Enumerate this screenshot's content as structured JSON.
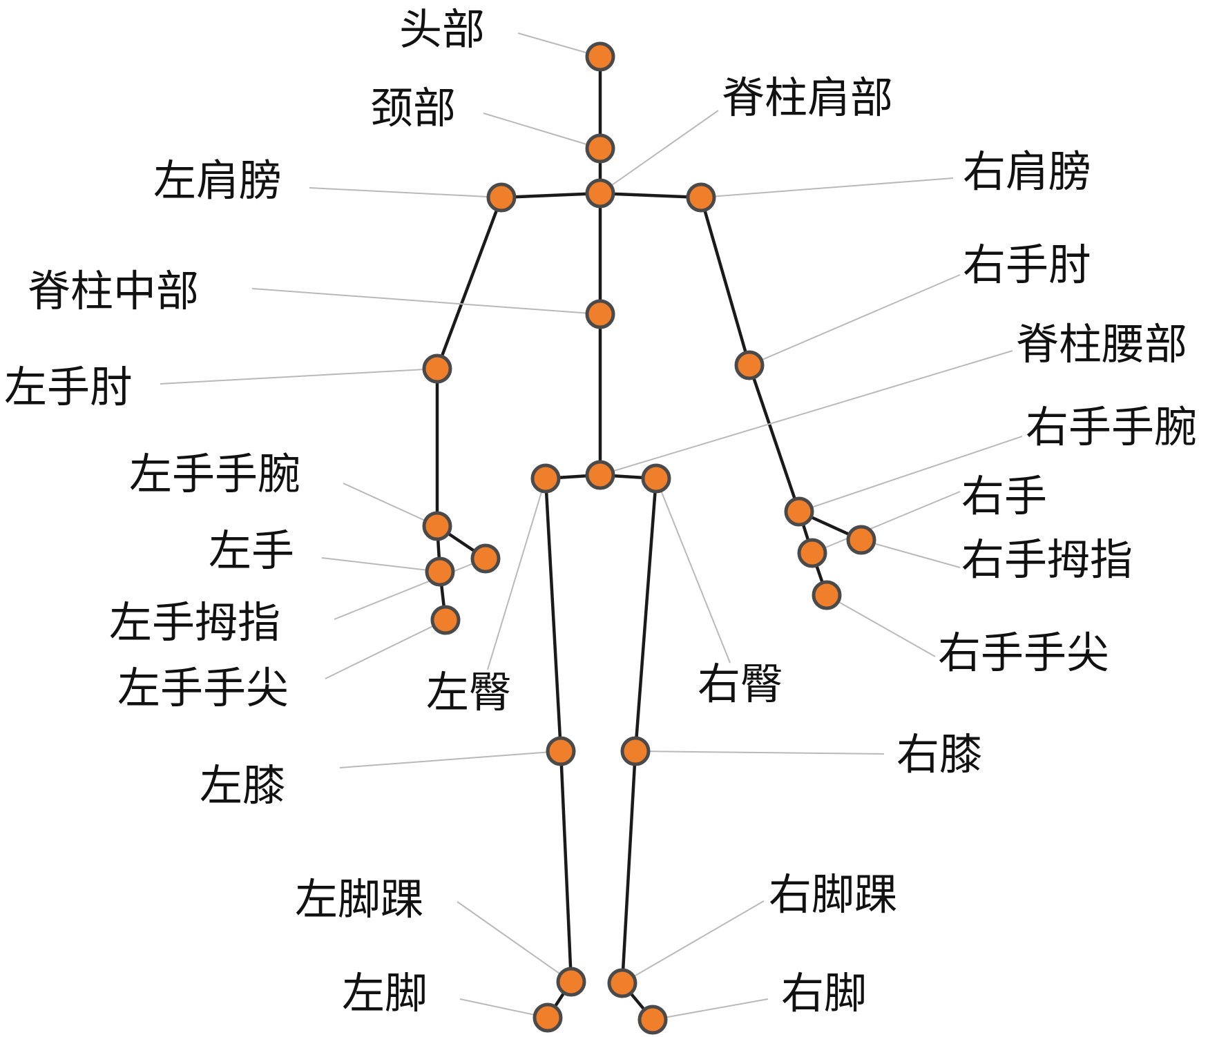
{
  "joint_color": "#ef7f2a",
  "bone_color": "#1a1a1a",
  "leader_color": "#b9b9b9",
  "labels": {
    "head": "头部",
    "neck": "颈部",
    "spine_shoulder": "脊柱肩部",
    "left_shoulder": "左肩膀",
    "right_shoulder": "右肩膀",
    "spine_mid": "脊柱中部",
    "right_elbow": "右手肘",
    "spine_base": "脊柱腰部",
    "left_elbow": "左手肘",
    "right_wrist": "右手手腕",
    "left_wrist": "左手手腕",
    "right_hand": "右手",
    "right_thumb": "右手拇指",
    "left_hand": "左手",
    "left_thumb": "左手拇指",
    "left_hand_tip": "左手手尖",
    "right_hand_tip": "右手手尖",
    "left_hip": "左臀",
    "right_hip": "右臀",
    "left_knee": "左膝",
    "right_knee": "右膝",
    "left_ankle": "左脚踝",
    "right_ankle": "右脚踝",
    "left_foot": "左脚",
    "right_foot": "右脚"
  }
}
